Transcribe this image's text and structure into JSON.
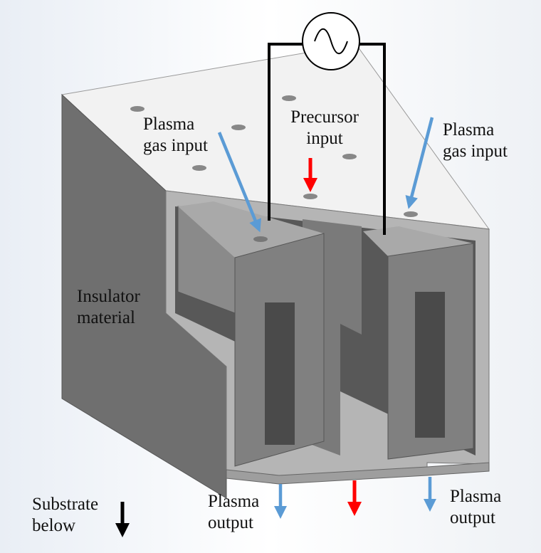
{
  "labels": {
    "plasma_gas_input_left": "Plasma\ngas input",
    "precursor_input": "Precursor\ninput",
    "plasma_gas_input_right": "Plasma\ngas input",
    "insulator_material": "Insulator\nmaterial",
    "plasma_output_left": "Plasma\noutput",
    "plasma_output_right": "Plasma\noutput",
    "substrate_below": "Substrate\nbelow"
  },
  "colors": {
    "plasma_arrow": "#5b9bd5",
    "precursor_arrow": "#ff0000",
    "substrate_arrow": "#000000",
    "top_surface": "#f2f2f2",
    "insulator_dark": "#6e6e6e",
    "electrode": "#8a8a8a",
    "wire": "#000000"
  },
  "icons": {
    "ac_source": "ac-power-source-icon"
  }
}
